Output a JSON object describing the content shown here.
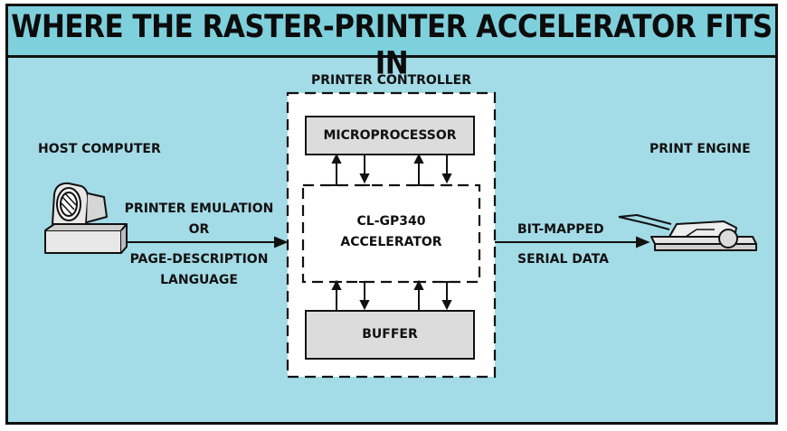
{
  "title": "WHERE THE RASTER-PRINTER ACCELERATOR FITS IN",
  "diagram": {
    "host_computer": "HOST COMPUTER",
    "printer_controller": "PRINTER CONTROLLER",
    "microprocessor": "MICROPROCESSOR",
    "accelerator_line1": "CL-GP340",
    "accelerator_line2": "ACCELERATOR",
    "buffer": "BUFFER",
    "print_engine": "PRINT ENGINE",
    "input_label": [
      "PRINTER EMULATION",
      "OR",
      "PAGE-DESCRIPTION",
      "LANGUAGE"
    ],
    "output_label": [
      "BIT-MAPPED",
      "SERIAL DATA"
    ]
  },
  "colors": {
    "background": "#a3dbe6",
    "title_bar": "#7fd0dd",
    "controller_fill": "#ffffff",
    "block_fill": "#dcdcdc",
    "ink": "#111111"
  }
}
